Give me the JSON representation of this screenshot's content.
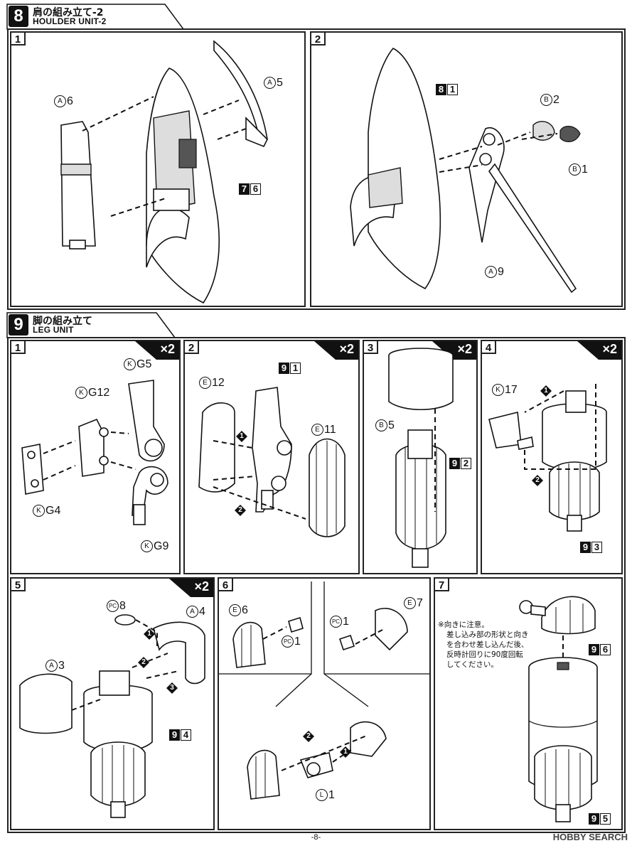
{
  "section8": {
    "num": "8",
    "title_jp": "肩の組み立て-2",
    "title_en": "HOULDER UNIT-2"
  },
  "section9": {
    "num": "9",
    "title_jp": "脚の組み立て",
    "title_en": "LEG UNIT"
  },
  "multiplier": "×2",
  "steps": {
    "s8_1": {
      "num": "1",
      "labels": {
        "a6": "6",
        "a5": "5"
      },
      "ref": [
        "7",
        "6"
      ]
    },
    "s8_2": {
      "num": "2",
      "labels": {
        "b2": "2",
        "b1": "1",
        "a9": "9"
      },
      "ref": [
        "8",
        "1"
      ]
    },
    "s9_1": {
      "num": "1",
      "labels": {
        "kg5": "G5",
        "kg12": "G12",
        "kg4": "G4",
        "kg9": "G9"
      }
    },
    "s9_2": {
      "num": "2",
      "labels": {
        "e12": "12",
        "e11": "11"
      },
      "ref": [
        "9",
        "1"
      ]
    },
    "s9_3": {
      "num": "3",
      "labels": {
        "b5": "5"
      },
      "ref": [
        "9",
        "2"
      ]
    },
    "s9_4": {
      "num": "4",
      "labels": {
        "k17": "17"
      },
      "ref": [
        "9",
        "3"
      ]
    },
    "s9_5": {
      "num": "5",
      "labels": {
        "pc8": "8",
        "a4": "4",
        "a3": "3"
      },
      "ref": [
        "9",
        "4"
      ]
    },
    "s9_6": {
      "num": "6",
      "labels": {
        "e6": "6",
        "pc1a": "1",
        "pc1b": "1",
        "e7": "7",
        "l1": "1"
      }
    },
    "s9_7": {
      "num": "7",
      "ref_top": [
        "9",
        "6"
      ],
      "ref_bottom": [
        "9",
        "5"
      ],
      "note": [
        "※向きに注意。",
        "差し込み部の形状と向き",
        "を合わせ差し込んだ後、",
        "反時計回りに90度回転",
        "してください。"
      ]
    }
  },
  "circle_letters": {
    "A": "A",
    "B": "B",
    "K": "K",
    "E": "E",
    "L": "L",
    "PC": "PC"
  },
  "seq_marks": [
    "1",
    "2",
    "3"
  ],
  "page_number": "-8-",
  "watermark": "HOBBY SEARCH"
}
